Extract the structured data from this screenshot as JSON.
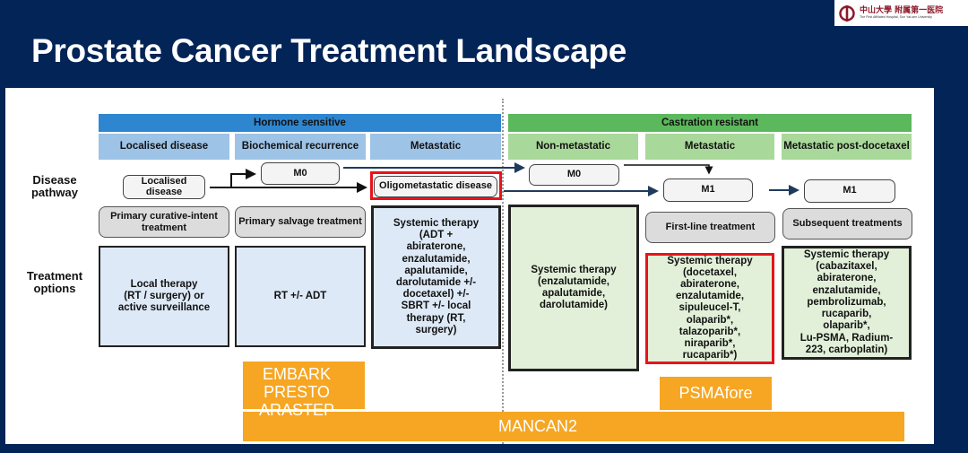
{
  "slide": {
    "title": "Prostate Cancer Treatment Landscape",
    "logo": {
      "name_cn": "中山大學 附属第一医院",
      "name_en": "The First Affiliated Hospital, Sun Yat-sen University",
      "icon": "hospital-logo-icon"
    }
  },
  "diagram": {
    "row_labels": {
      "disease_pathway": "Disease\npathway",
      "treatment_options": "Treatment\noptions"
    },
    "groups": [
      {
        "label": "Hormone sensitive",
        "color": "#2e86d0"
      },
      {
        "label": "Castration resistant",
        "color": "#5cb85c"
      }
    ],
    "stages": [
      "Localised disease",
      "Biochemical recurrence",
      "Metastatic",
      "Non-metastatic",
      "Metastatic",
      "Metastatic post-docetaxel"
    ],
    "nodes": {
      "localised": "Localised disease",
      "m0_bcr": "M0",
      "oligometastatic": "Oligometastatic disease",
      "m0_crpc": "M0",
      "m1_first": "M1",
      "m1_post": "M1"
    },
    "treatment_headers": [
      "Primary curative-intent treatment",
      "Primary salvage treatment",
      "First-line treatment",
      "Subsequent treatments"
    ],
    "treatment_options": [
      "Local therapy\n(RT / surgery) or\nactive surveillance",
      "RT +/- ADT",
      "Systemic therapy\n(ADT +\nabiraterone,\nenzalutamide,\napalutamide,\ndarolutamide +/-\ndocetaxel) +/-\nSBRT +/- local\ntherapy (RT,\nsurgery)",
      "Systemic therapy\n(enzalutamide,\napalutamide,\ndarolutamide)",
      "Systemic therapy\n(docetaxel,\nabiraterone,\nenzalutamide,\nsipuleucel-T,\nolaparib*,\ntalazoparib*,\nniraparib*,\nrucaparib*)",
      "Systemic therapy\n(cabazitaxel,\nabiraterone,\nenzalutamide,\npembrolizumab,\nrucaparib,\nolaparib*,\nLu-PSMA, Radium-\n223, carboplatin)"
    ],
    "highlight_color": "#e8131a",
    "trials": {
      "early": "EMBARK\nPRESTO\nARASTEP",
      "psma": "PSMAfore",
      "mancan": "MANCAN2",
      "color": "#f6a623"
    }
  }
}
